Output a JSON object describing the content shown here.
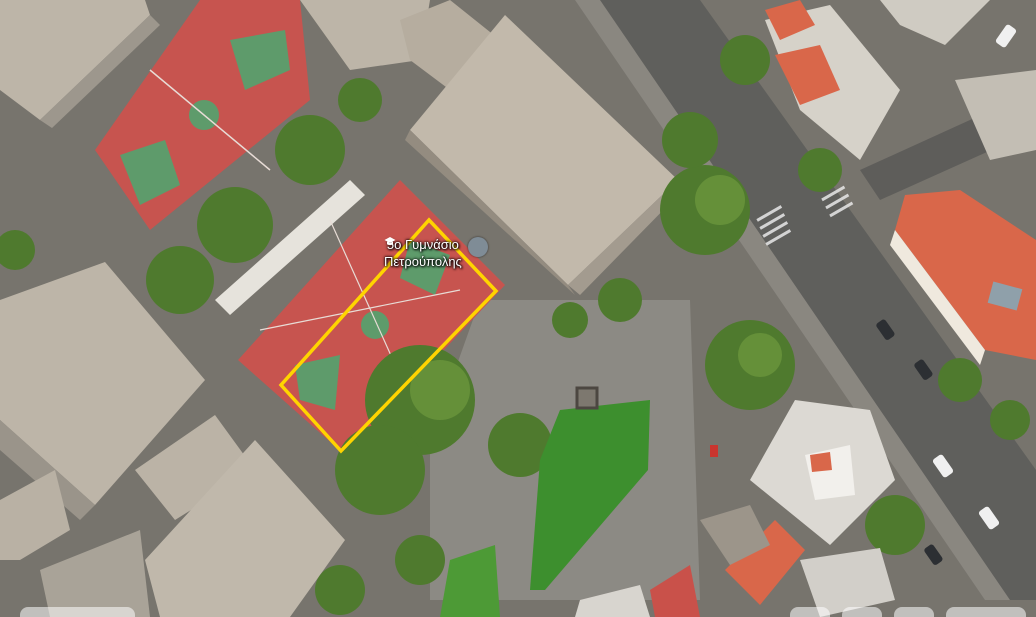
{
  "map": {
    "view": "satellite",
    "place_label": {
      "line1": "5ο Γυμνάσιο",
      "line2": "Πετρούπολης",
      "icon": "school-pin-icon"
    },
    "highlight": {
      "shape": "outline",
      "color": "#ffd400",
      "target": "basketball court"
    },
    "colors": {
      "court": "#c7544f",
      "court_key": "#5e9b6b",
      "roof": "#bdb5a8",
      "tile_roof": "#d9674a",
      "vegetation": "#4f7a2e",
      "lawn": "#3d8f2e"
    }
  }
}
